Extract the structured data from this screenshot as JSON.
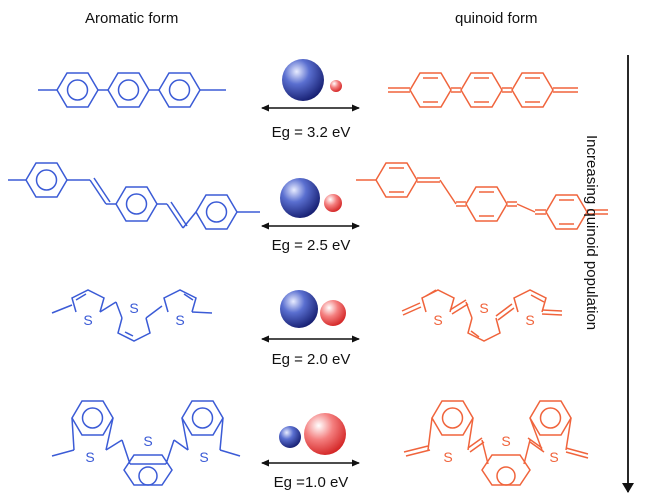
{
  "header": {
    "left_title": "Aromatic form",
    "right_title": "quinoid form"
  },
  "trend": {
    "label": "Increasing quinoid population"
  },
  "rows": [
    {
      "band_gap_label": "Eg = 3.2 eV",
      "large_orb": "blue",
      "small_orb": "red"
    },
    {
      "band_gap_label": "Eg = 2.5 eV",
      "large_orb": "blue",
      "small_orb": "red"
    },
    {
      "band_gap_label": "Eg = 2.0 eV",
      "large_orb": "blue",
      "small_orb": "red"
    },
    {
      "band_gap_label": "Eg =1.0 eV",
      "large_orb": "red",
      "small_orb": "blue"
    }
  ],
  "atoms": {
    "sulfur": "S"
  },
  "colors": {
    "aromatic": "#3b5bd6",
    "quinoid": "#f0643c",
    "arrow": "#111111"
  }
}
